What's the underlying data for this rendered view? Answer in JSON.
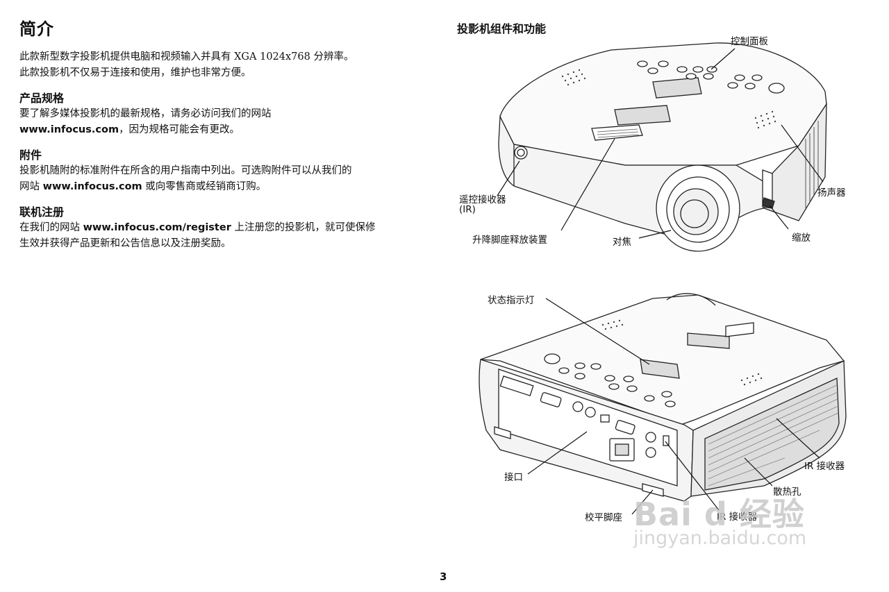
{
  "intro": {
    "title": "简介",
    "line1": "此款新型数字投影机提供电脑和视频输入并具有 XGA 1024x768 分辨率。",
    "line2": "此款投影机不仅易于连接和使用，维护也非常方便。"
  },
  "specs": {
    "title": "产品规格",
    "line1": "要了解多媒体投影机的最新规格，请务必访问我们的网站",
    "link": "www.infocus.com",
    "line2_rest": "，因为规格可能会有更改。"
  },
  "accessories": {
    "title": "附件",
    "line1": "投影机随附的标准附件在所含的用户指南中列出。可选购附件可以从我们的",
    "line2_pre": "网站 ",
    "link": "www.infocus.com",
    "line2_rest": " 或向零售商或经销商订购。"
  },
  "registration": {
    "title": "联机注册",
    "line1_pre": "在我们的网站 ",
    "link": "www.infocus.com/register",
    "line1_rest": " 上注册您的投影机，就可使保修",
    "line2": "生效并获得产品更新和公告信息以及注册奖励。"
  },
  "components": {
    "title": "投影机组件和功能",
    "labels_top": {
      "control_panel": "控制面板",
      "remote_receiver": "遥控接收器",
      "remote_receiver_ir": "(IR)",
      "speaker": "扬声器",
      "elevator_release": "升降脚座释放装置",
      "focus": "对焦",
      "zoom": "缩放"
    },
    "labels_bottom": {
      "status_light": "状态指示灯",
      "ir_receiver_right": "IR 接收器",
      "connector_panel": "接口",
      "vents": "散热孔",
      "leveling_foot": "校平脚座",
      "ir_receiver_bottom": "IR 接收器"
    }
  },
  "page_number": "3",
  "watermark": {
    "main": "Bai d 经验",
    "url": "jingyan.baidu.com"
  }
}
